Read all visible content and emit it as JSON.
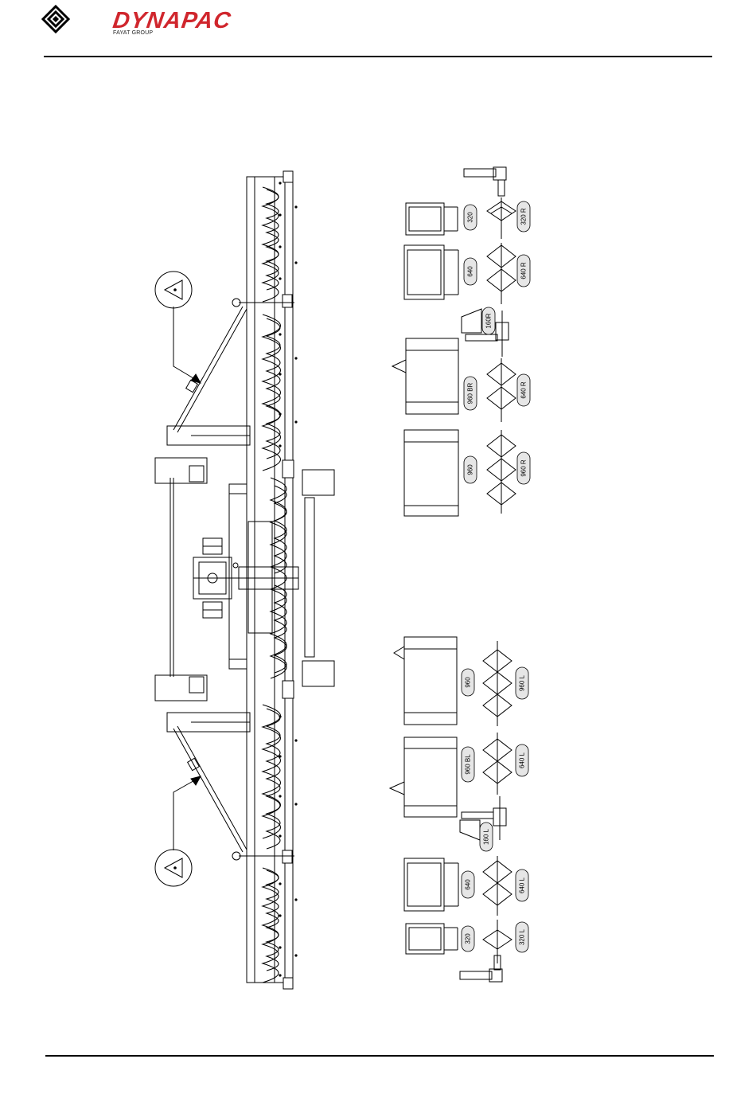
{
  "header": {
    "brand": "DYNAPAC",
    "tagline": "FAYAT GROUP"
  },
  "labels": {
    "r320": "320",
    "r320R": "320 R",
    "r640": "640",
    "r640R": "640 R",
    "r160R": "160R",
    "r960BR": "960 BR",
    "r640R2": "640 R",
    "r960": "960",
    "r960R": "960 R",
    "l960": "960",
    "l960L": "960 L",
    "l960BL": "960 BL",
    "l640L": "640 L",
    "l160L": "160 L",
    "l640": "640",
    "l640L2": "640 L",
    "l320": "320",
    "l320L": "320 L"
  }
}
